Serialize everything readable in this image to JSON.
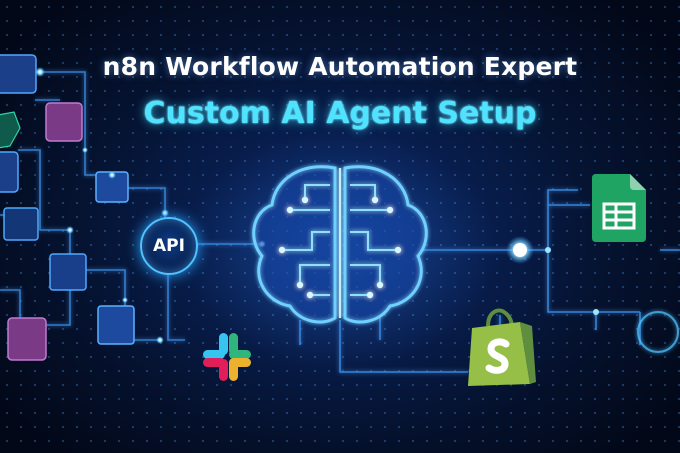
{
  "header": {
    "title": "n8n Workflow Automation Expert",
    "subtitle": "Custom AI Agent Setup"
  },
  "nodes": {
    "api_label": "API"
  },
  "icons": {
    "brain": "brain-circuit-icon",
    "slack": "slack-icon",
    "shopify": "shopify-bag-icon",
    "sheets": "google-sheets-icon"
  },
  "colors": {
    "background": "#061536",
    "accent_cyan": "#4fe3ff",
    "glow_blue": "#2aa6ff",
    "sheets_green": "#1fa463",
    "shopify_green": "#95bf47"
  }
}
